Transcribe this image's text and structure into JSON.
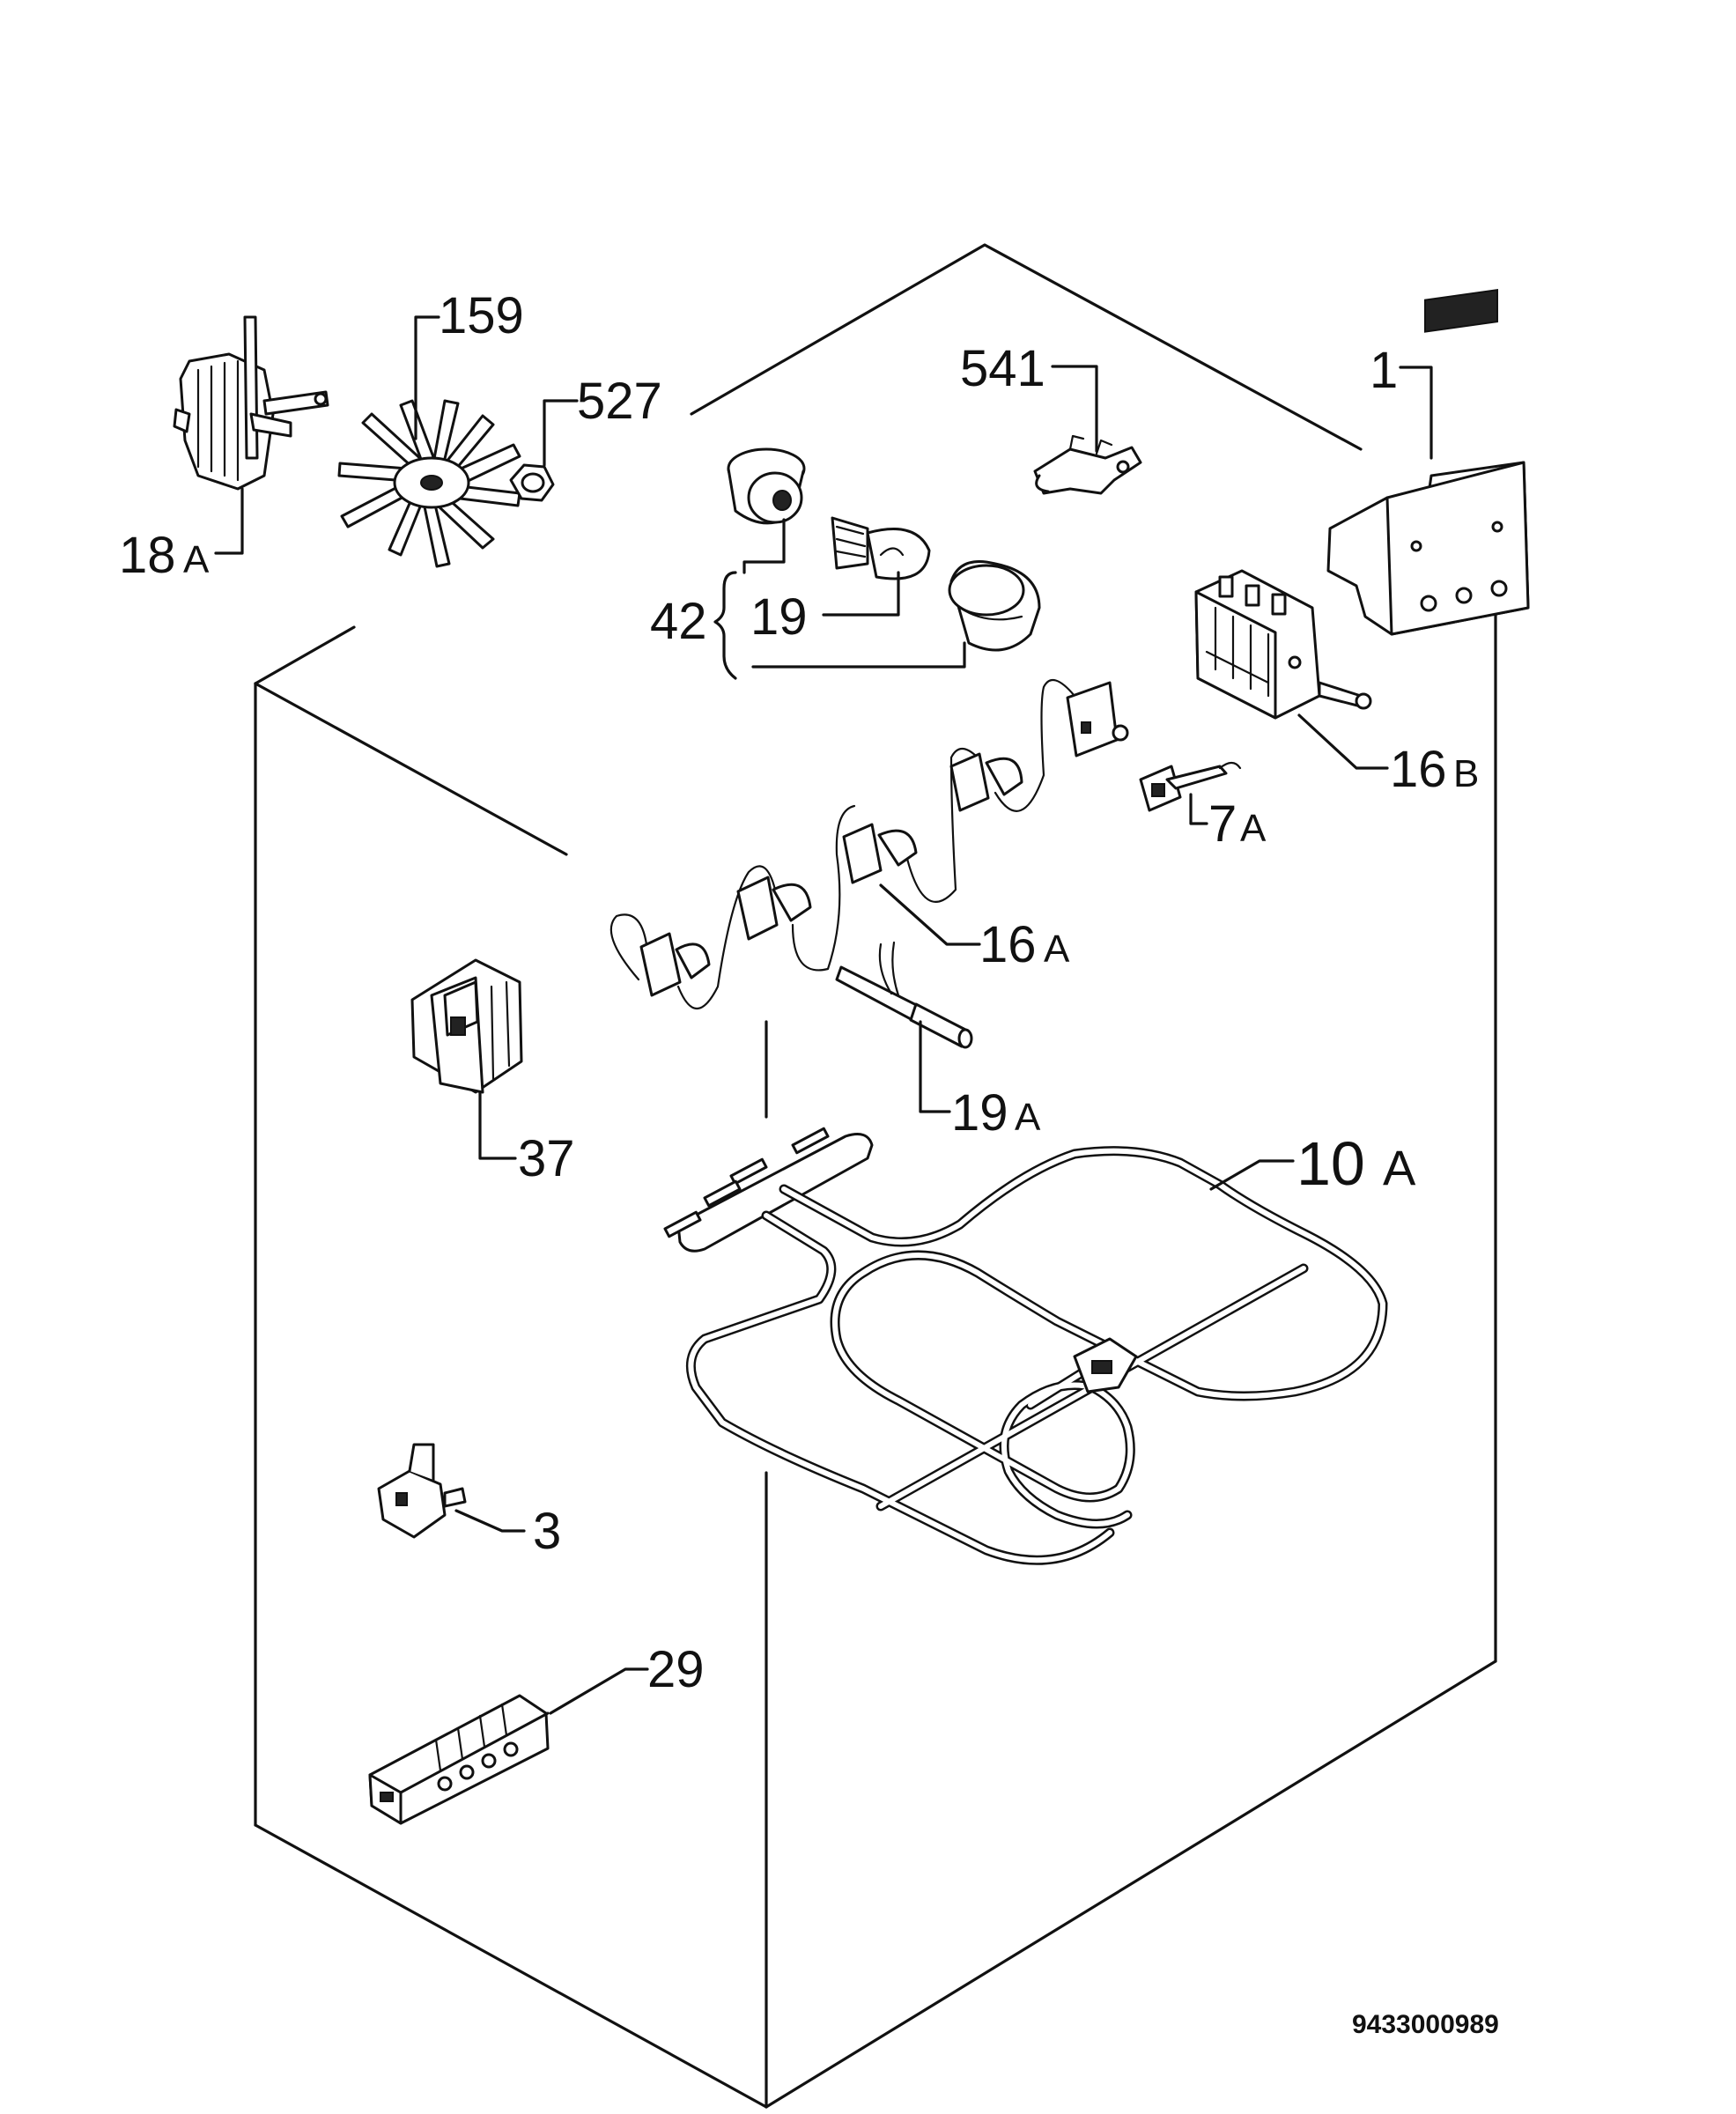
{
  "diagram": {
    "doc_number": "9433000989",
    "parts": [
      {
        "id": "1",
        "label": "1"
      },
      {
        "id": "3",
        "label": "3"
      },
      {
        "id": "7a",
        "label": "7",
        "suffix": "A"
      },
      {
        "id": "10a",
        "label": "10",
        "suffix": "A"
      },
      {
        "id": "16a",
        "label": "16",
        "suffix": "A"
      },
      {
        "id": "16b",
        "label": "16",
        "suffix": "B"
      },
      {
        "id": "18a",
        "label": "18",
        "suffix": "A"
      },
      {
        "id": "19",
        "label": "19"
      },
      {
        "id": "19a",
        "label": "19",
        "suffix": "A"
      },
      {
        "id": "29",
        "label": "29"
      },
      {
        "id": "37",
        "label": "37"
      },
      {
        "id": "42",
        "label": "42"
      },
      {
        "id": "159",
        "label": "159"
      },
      {
        "id": "527",
        "label": "527"
      },
      {
        "id": "541",
        "label": "541"
      }
    ]
  }
}
